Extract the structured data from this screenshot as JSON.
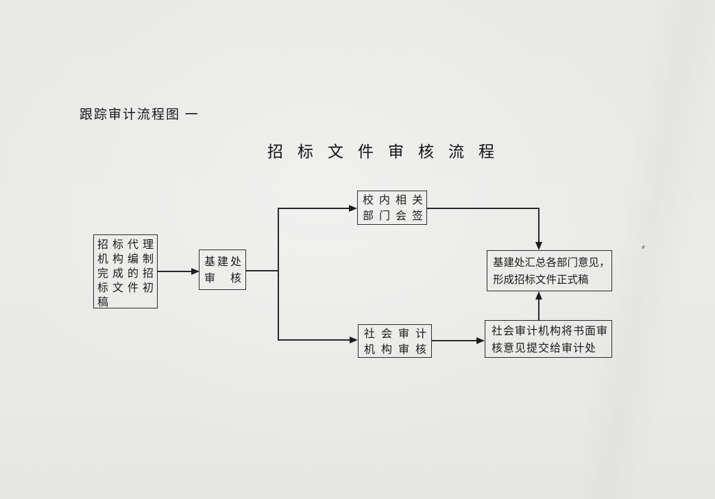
{
  "page": {
    "corner_label": "跟踪审计流程图 一",
    "title": "招标文件审核流程"
  },
  "flowchart": {
    "nodes": {
      "draft": {
        "meaning": "bid-document-initial-draft",
        "lines": [
          "招标代理",
          "机构编制",
          "完成的招",
          "标文件初",
          "稿"
        ]
      },
      "jijian_review": {
        "meaning": "infrastructure-office-review",
        "lines": [
          "基建处",
          "审　核"
        ]
      },
      "campus_countersign": {
        "meaning": "campus-departments-countersign",
        "lines": [
          "校内相关",
          "部门会签"
        ]
      },
      "social_audit": {
        "meaning": "external-audit-agency-review",
        "lines": [
          "社会审计",
          "机构审核"
        ]
      },
      "final_draft": {
        "meaning": "consolidate-opinions-form-final-draft",
        "lines": [
          "基建处汇总各部门意见，",
          "形成招标文件正式稿"
        ]
      },
      "written_opinion": {
        "meaning": "submit-written-opinion-to-audit-office",
        "lines": [
          "社会审计机构将书面审",
          "核意见提交给审计处"
        ]
      }
    }
  },
  "colors": {
    "paper": "#e9e9e7",
    "ink": "#262626",
    "text": "#1a1a1a"
  }
}
